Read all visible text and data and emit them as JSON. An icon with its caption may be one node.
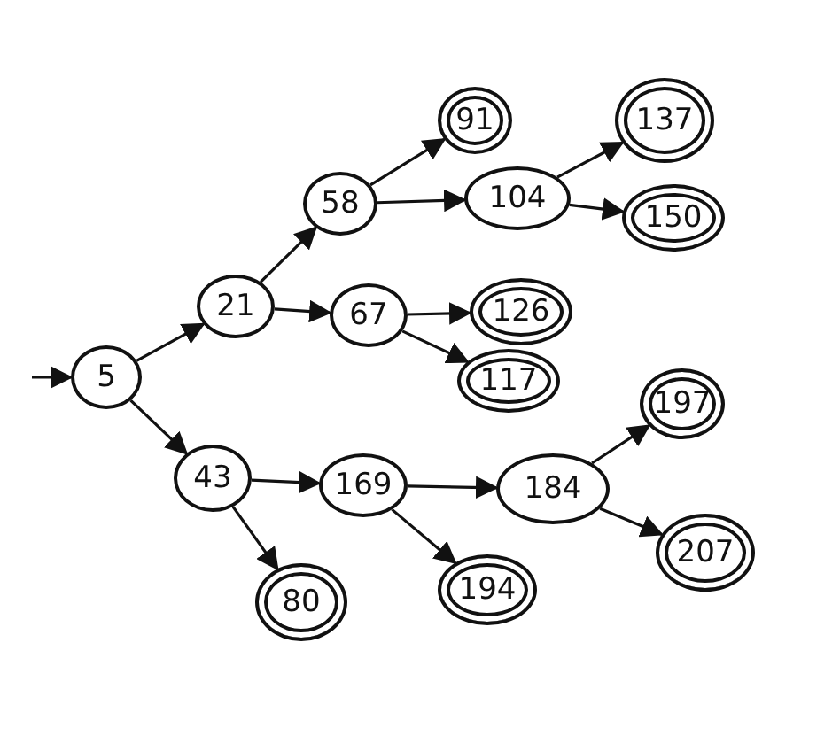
{
  "diagram": {
    "nodes": [
      {
        "text": [
          "5"
        ]
      },
      {
        "text": [
          "21"
        ]
      },
      {
        "text": [
          "58"
        ]
      },
      {
        "text": [
          "91"
        ]
      },
      {
        "text": [
          "104"
        ]
      },
      {
        "text": [
          "137"
        ]
      },
      {
        "text": [
          "150"
        ]
      },
      {
        "text": [
          "67"
        ]
      },
      {
        "text": [
          "126"
        ]
      },
      {
        "text": [
          "117"
        ]
      },
      {
        "text": [
          "43"
        ]
      },
      {
        "text": [
          "169"
        ]
      },
      {
        "text": [
          "184"
        ]
      },
      {
        "text": [
          "197"
        ]
      },
      {
        "text": [
          "207"
        ]
      },
      {
        "text": [
          "80"
        ]
      },
      {
        "text": [
          "194"
        ]
      }
    ],
    "edges": [
      {
        "from": null,
        "to": 0,
        "arrow": "to"
      },
      {
        "from": 0,
        "to": 1,
        "arrow": "to"
      },
      {
        "from": 0,
        "to": 10,
        "arrow": "to"
      },
      {
        "from": 1,
        "to": 2,
        "arrow": "to"
      },
      {
        "from": 1,
        "to": 7,
        "arrow": "to"
      },
      {
        "from": 2,
        "to": 3,
        "arrow": "to"
      },
      {
        "from": 2,
        "to": 4,
        "arrow": "to"
      },
      {
        "from": 4,
        "to": 5,
        "arrow": "to"
      },
      {
        "from": 4,
        "to": 6,
        "arrow": "to"
      },
      {
        "from": 7,
        "to": 8,
        "arrow": "to"
      },
      {
        "from": 7,
        "to": 9,
        "arrow": "to"
      },
      {
        "from": 10,
        "to": 11,
        "arrow": "to"
      },
      {
        "from": 10,
        "to": 15,
        "arrow": "to"
      },
      {
        "from": 11,
        "to": 12,
        "arrow": "to"
      },
      {
        "from": 11,
        "to": 16,
        "arrow": "to"
      },
      {
        "from": 12,
        "to": 13,
        "arrow": "to"
      },
      {
        "from": 12,
        "to": 14,
        "arrow": "to"
      }
    ]
  }
}
